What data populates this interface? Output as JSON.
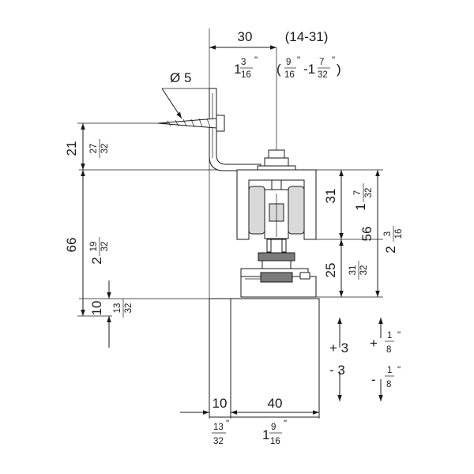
{
  "dimensions": {
    "top_width": "30",
    "top_range": "(14-31)",
    "top_width_in_whole": "1",
    "top_width_in_num": "3",
    "top_width_in_den": "16",
    "top_range_in_open": "(",
    "top_range_in_a_num": "9",
    "top_range_in_a_den": "16",
    "top_range_in_dash": "-1",
    "top_range_in_b_num": "7",
    "top_range_in_b_den": "32",
    "top_range_in_close": ")",
    "screw_diameter": "Ø 5",
    "left_21": "21",
    "left_21_in_num": "27",
    "left_21_in_den": "32",
    "left_66": "66",
    "left_66_in_whole": "2",
    "left_66_in_num": "19",
    "left_66_in_den": "32",
    "left_10": "10",
    "left_10_in_num": "13",
    "left_10_in_den": "32",
    "right_31": "31",
    "right_31_in_whole": "1",
    "right_31_in_num": "7",
    "right_31_in_den": "32",
    "right_56": "56",
    "right_56_in_whole": "2",
    "right_56_in_num": "3",
    "right_56_in_den": "16",
    "right_25": "25",
    "right_25_in_num": "31",
    "right_25_in_den": "32",
    "adj_plus": "+ 3",
    "adj_minus": "- 3",
    "adj_plus_in_sign": "+",
    "adj_minus_in_sign": "-",
    "adj_in_num": "1",
    "adj_in_den": "8",
    "bottom_10": "10",
    "bottom_10_in_num": "13",
    "bottom_10_in_den": "32",
    "bottom_40": "40",
    "bottom_40_in_whole": "1",
    "bottom_40_in_num": "9",
    "bottom_40_in_den": "16",
    "inch_mark": "\""
  }
}
